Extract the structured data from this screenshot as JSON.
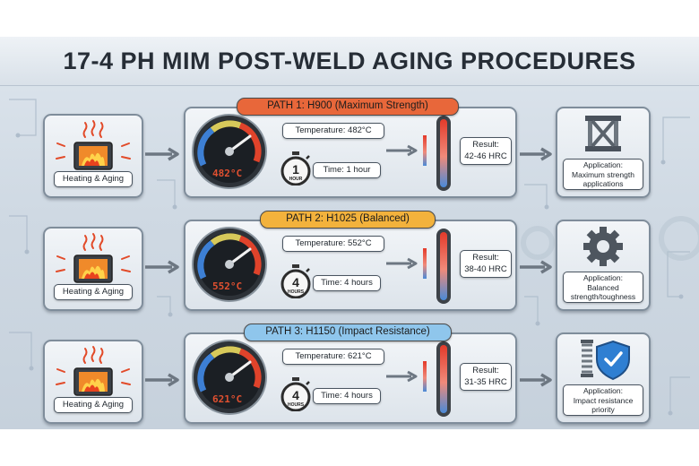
{
  "title": "17-4 PH MIM POST-WELD AGING PROCEDURES",
  "paths": [
    {
      "badge": "PATH 1: H900 (Maximum Strength)",
      "badge_color": "#e8673a",
      "heating_label": "Heating & Aging",
      "gauge_readout": "482°C",
      "temperature": "Temperature: 482°C",
      "timer_number": "1",
      "timer_unit": "HOUR",
      "time": "Time: 1 hour",
      "result_label": "Result:",
      "result_value": "42-46 HRC",
      "application_lines": [
        "Application:",
        "Maximum strength",
        "applications"
      ],
      "application_icon": "steel-beam-icon"
    },
    {
      "badge": "PATH 2: H1025 (Balanced)",
      "badge_color": "#f3b23c",
      "heating_label": "Heating & Aging",
      "gauge_readout": "552°C",
      "temperature": "Temperature: 552°C",
      "timer_number": "4",
      "timer_unit": "HOURS",
      "time": "Time: 4 hours",
      "result_label": "Result:",
      "result_value": "38-40 HRC",
      "application_lines": [
        "Application:",
        "Balanced",
        "strength/toughness"
      ],
      "application_icon": "gear-icon"
    },
    {
      "badge": "PATH 3: H1150 (Impact Resistance)",
      "badge_color": "#8fc6ec",
      "heating_label": "Heating & Aging",
      "gauge_readout": "621°C",
      "temperature": "Temperature: 621°C",
      "timer_number": "4",
      "timer_unit": "HOURS",
      "time": "Time: 4 hours",
      "result_label": "Result:",
      "result_value": "31-35 HRC",
      "application_lines": [
        "Application:",
        "Impact resistance",
        "priority"
      ],
      "application_icon": "spring-shield-icon"
    }
  ]
}
